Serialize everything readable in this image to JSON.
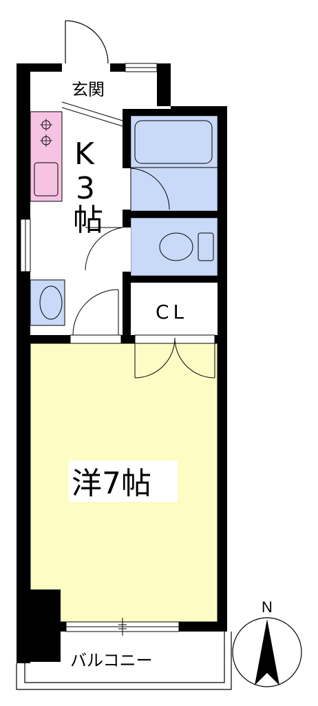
{
  "rooms": {
    "entrance": "玄関",
    "kitchen_k": "K",
    "kitchen_num": "3",
    "kitchen_unit": "帖",
    "closet": "CL",
    "western_room": "洋7帖",
    "balcony": "バルコニー"
  },
  "compass": {
    "north_label": "N"
  },
  "colors": {
    "wall": "#000000",
    "western_room_fill": "#fdfcc4",
    "bath_fill": "#c9d9f8",
    "stove_fill": "#f6c3e3",
    "floor_fill": "#ffffff"
  }
}
